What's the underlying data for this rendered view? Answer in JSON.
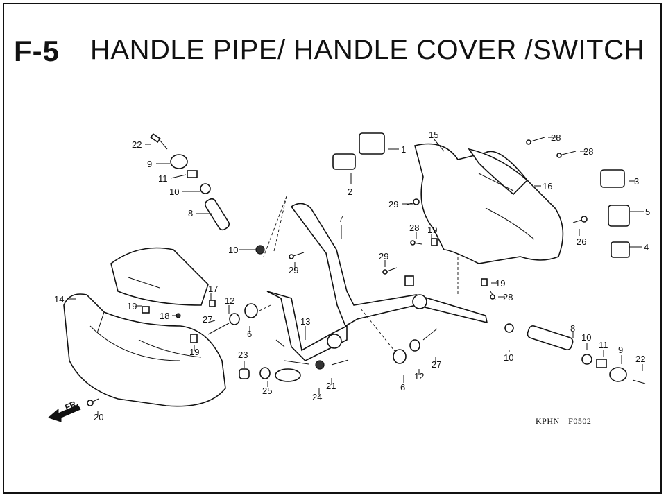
{
  "header": {
    "section_id": "F-5",
    "section_title": "HANDLE PIPE/ HANDLE COVER /SWITCH"
  },
  "footer": {
    "drawing_code": "KPHN—F0502"
  },
  "direction_label": "FR.",
  "callouts": [
    "22",
    "9",
    "11",
    "10",
    "8",
    "10",
    "1",
    "2",
    "15",
    "28",
    "28",
    "3",
    "16",
    "29",
    "5",
    "7",
    "28",
    "19",
    "26",
    "4",
    "29",
    "29",
    "19",
    "28",
    "14",
    "17",
    "12",
    "19",
    "18",
    "27",
    "6",
    "13",
    "19",
    "23",
    "25",
    "24",
    "21",
    "6",
    "12",
    "27",
    "8",
    "10",
    "11",
    "9",
    "22",
    "10",
    "20"
  ]
}
